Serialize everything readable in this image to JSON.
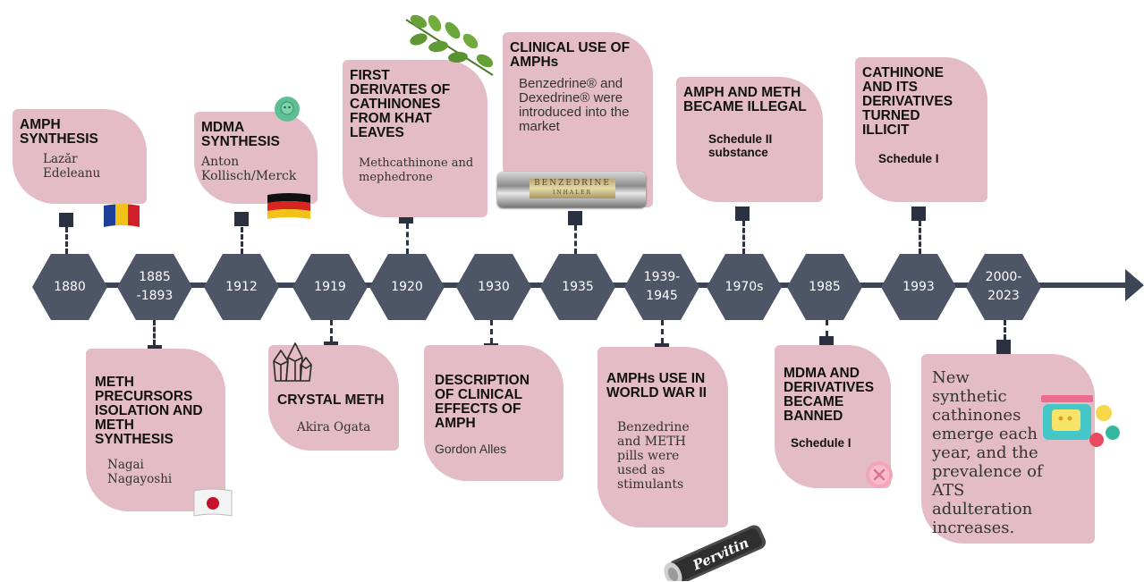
{
  "events": [
    {
      "id": "e1880",
      "year": "1880",
      "title": "AMPH SYNTHESIS",
      "body": "Lazăr Edeleanu",
      "flag": "romania-flag"
    },
    {
      "id": "e1885",
      "year": "1885 -1893",
      "title": "METH PRECURSORS ISOLATION AND METH SYNTHESIS",
      "body": "Nagai Nagayoshi",
      "flag": "japan-flag"
    },
    {
      "id": "e1912",
      "year": "1912",
      "title": "MDMA SYNTHESIS",
      "body": "Anton Kollisch/Merck",
      "flag": "germany-flag",
      "icon": "pill-icon"
    },
    {
      "id": "e1919",
      "year": "1919",
      "title": "CRYSTAL METH",
      "body": "Akira Ogata",
      "icon": "crystal-icon"
    },
    {
      "id": "e1920",
      "year": "1920",
      "title": "FIRST DERIVATES OF CATHINONES FROM KHAT LEAVES",
      "body": "Methcathinone and mephedrone",
      "icon": "khat-leaves-icon"
    },
    {
      "id": "e1930",
      "year": "1930",
      "title": "DESCRIPTION OF CLINICAL EFFECTS OF AMPH",
      "body": "Gordon Alles"
    },
    {
      "id": "e1935",
      "year": "1935",
      "title": "CLINICAL USE OF AMPHs",
      "body": "Benzedrine® and Dexedrine® were introduced into the market",
      "icon": "benzedrine-inhaler-icon",
      "inhaler_text": "BENZEDRINE",
      "inhaler_sub": "INHALER"
    },
    {
      "id": "e1939",
      "year": "1939-1945",
      "title": "AMPHs USE IN WORLD WAR II",
      "body": "Benzedrine and METH pills were used as stimulants",
      "icon": "pervitin-tube-icon",
      "tube_text": "Pervitin"
    },
    {
      "id": "e1970",
      "year": "1970s",
      "title": "AMPH AND METH BECAME ILLEGAL",
      "body": "Schedule II substance"
    },
    {
      "id": "e1985",
      "year": "1985",
      "title": "MDMA AND DERIVATIVES BECAME BANNED",
      "body": "Schedule I",
      "icon": "ecstasy-pill-icon"
    },
    {
      "id": "e1993",
      "year": "1993",
      "title": "CATHINONE AND ITS DERIVATIVES TURNED ILLICIT",
      "body": "Schedule I"
    },
    {
      "id": "e2000",
      "year": "2000-2023",
      "title": "",
      "body": "New synthetic cathinones emerge each year, and the prevalence of ATS adulteration increases.",
      "icon": "bath-salts-icon"
    }
  ],
  "colors": {
    "card": "#e3bcc6",
    "hexagon": "#4d5566",
    "line": "#3b4556",
    "marker": "#2a3140"
  }
}
